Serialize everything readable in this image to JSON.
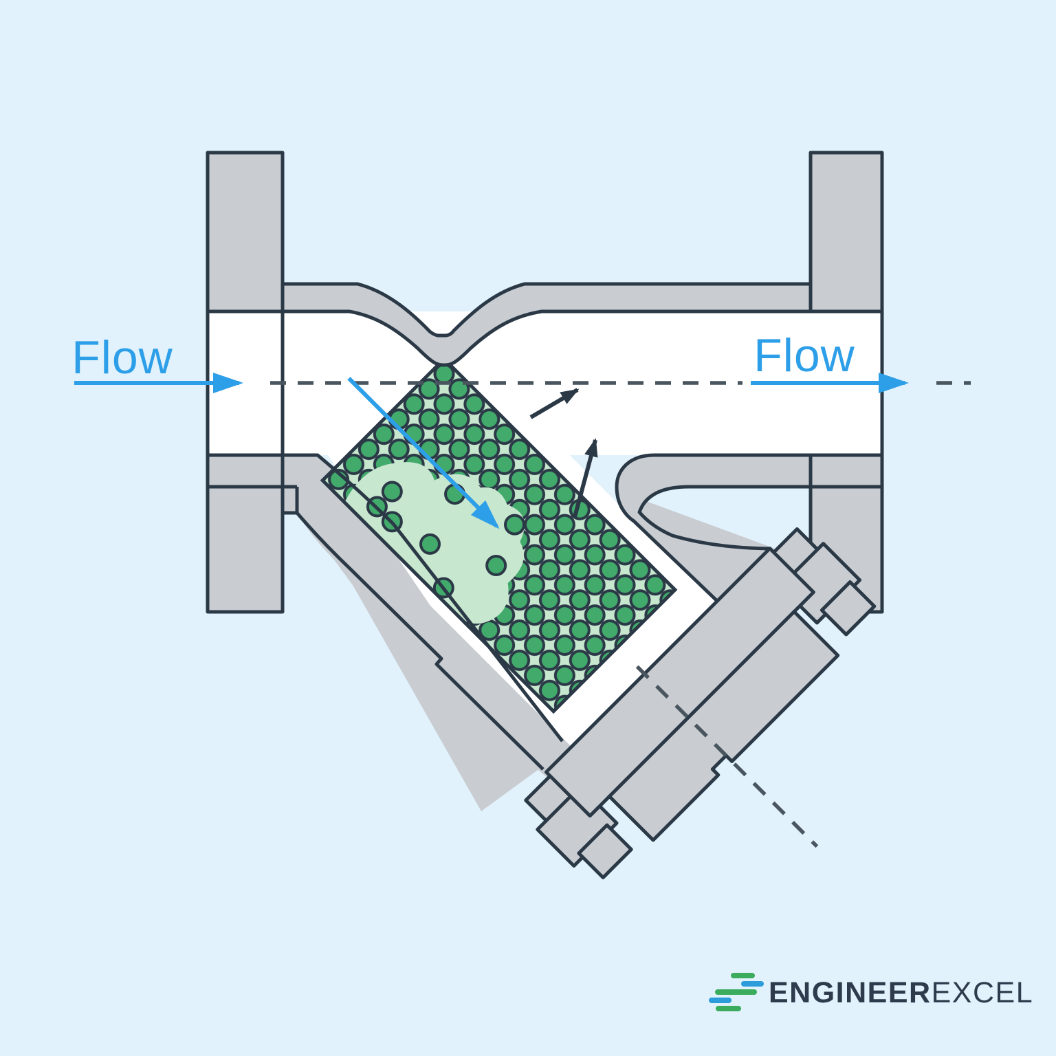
{
  "diagram": {
    "title_semantic": "y-strainer-cross-section-flow-diagram",
    "labels": {
      "flow_left": "Flow",
      "flow_right": "Flow"
    },
    "logo": {
      "brand_bold": "ENGINEER",
      "brand_light": "EXCEL"
    },
    "icons": [
      "flow-arrow-left-icon",
      "flow-arrow-right-icon",
      "flow-arrow-diagonal-icon",
      "flow-exit-arrow-1-icon",
      "flow-exit-arrow-2-icon",
      "logo-bars-icon"
    ],
    "colors": {
      "background": "#E1F2FC",
      "pipe_metal": "#C9CDD2",
      "outline_navy": "#2B3947",
      "bore_white": "#FFFFFF",
      "screen_circle_green": "#42AB6C",
      "screen_backing_pale_green": "#C7E7CF",
      "flow_blue": "#2D9FE8",
      "centerline_dash": "#49565F",
      "logo_text_navy": "#2E3B4C",
      "logo_green": "#3BAC5D",
      "logo_blue": "#2D9CDB"
    }
  }
}
